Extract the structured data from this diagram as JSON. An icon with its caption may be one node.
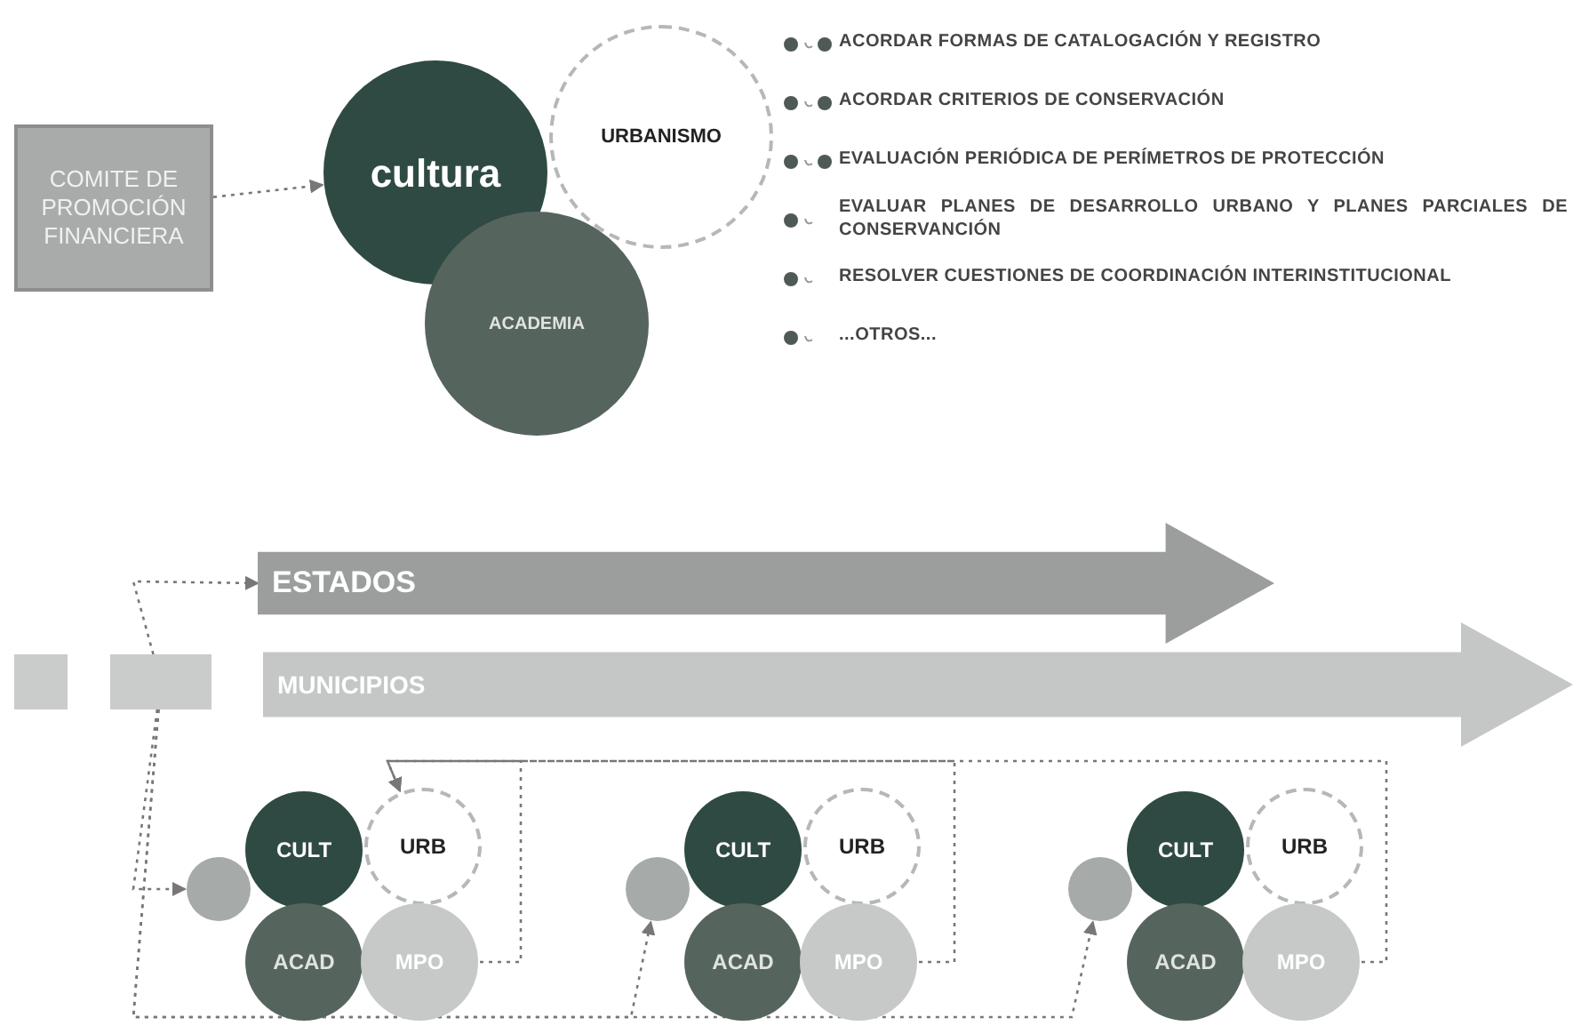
{
  "diagram": {
    "nodes": [
      {
        "text": [
          "COMITE DE PROMOCIÓN FINANCIERA"
        ]
      },
      {
        "text": [
          "cultura"
        ]
      },
      {
        "text": [
          "URBANISMO"
        ]
      },
      {
        "text": [
          "ACADEMIA"
        ]
      },
      {
        "text": [
          "ESTADOS"
        ]
      },
      {
        "text": [
          "MUNICIPIOS"
        ]
      },
      {
        "text": [],
        "shape": "box"
      },
      {
        "text": [],
        "shape": "box"
      },
      {
        "text": [],
        "shape": "circle"
      },
      {
        "text": [
          "CULT"
        ]
      },
      {
        "text": [
          "URB"
        ]
      },
      {
        "text": [
          "ACAD"
        ]
      },
      {
        "text": [
          "MPO"
        ]
      },
      {
        "text": [],
        "shape": "circle"
      },
      {
        "text": [
          "CULT"
        ]
      },
      {
        "text": [
          "URB"
        ]
      },
      {
        "text": [
          "ACAD"
        ]
      },
      {
        "text": [
          "MPO"
        ]
      },
      {
        "text": [],
        "shape": "circle"
      },
      {
        "text": [
          "CULT"
        ]
      },
      {
        "text": [
          "URB"
        ]
      },
      {
        "text": [
          "ACAD"
        ]
      },
      {
        "text": [
          "MPO"
        ]
      }
    ],
    "edges": [
      {
        "from": 0,
        "to": 1,
        "arrow": "to",
        "style": "dashed"
      },
      {
        "from": 7,
        "to": 4,
        "arrow": "to",
        "style": "dashed"
      },
      {
        "from": 7,
        "to": 8,
        "arrow": "to",
        "style": "dashed"
      },
      {
        "from": 7,
        "to": 13,
        "arrow": "to",
        "style": "dashed"
      },
      {
        "from": 7,
        "to": 18,
        "arrow": "to",
        "style": "dashed"
      },
      {
        "from": 12,
        "to": 10,
        "arrow": "to",
        "style": "dashed"
      },
      {
        "from": 17,
        "to": 10,
        "arrow": "to",
        "style": "dashed"
      },
      {
        "from": 22,
        "to": 10,
        "arrow": "to",
        "style": "dashed"
      }
    ],
    "labels": [
      "ACORDAR FORMAS DE CATALOGACIÓN Y REGISTRO",
      "ACORDAR CRITERIOS DE CONSERVACIÓN",
      "EVALUACIÓN PERIÓDICA DE PERÍMETROS DE PROTECCIÓN",
      "EVALUAR PLANES DE DESARROLLO URBANO Y PLANES PARCIALES DE CONSERVANCIÓN",
      "RESOLVER CUESTIONES DE COORDINACIÓN INTERINSTITUCIONAL",
      "...OTROS..."
    ]
  }
}
